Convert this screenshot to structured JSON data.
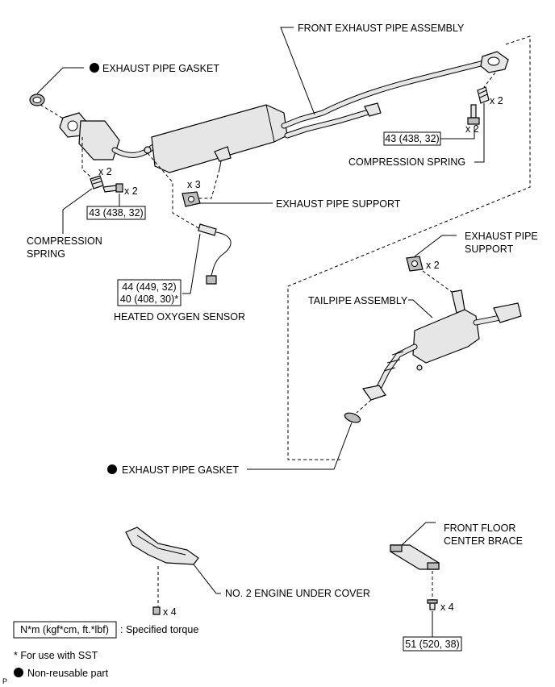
{
  "labels": {
    "front_exhaust_pipe_assembly": "FRONT EXHAUST PIPE ASSEMBLY",
    "exhaust_pipe_gasket_top": "EXHAUST PIPE GASKET",
    "compression_spring_left_1": "COMPRESSION",
    "compression_spring_left_2": "SPRING",
    "compression_spring_right": "COMPRESSION SPRING",
    "exhaust_pipe_support_mid": "EXHAUST PIPE SUPPORT",
    "exhaust_pipe_support_right_1": "EXHAUST PIPE",
    "exhaust_pipe_support_right_2": "SUPPORT",
    "tailpipe_assembly": "TAILPIPE ASSEMBLY",
    "heated_oxygen_sensor": "HEATED OXYGEN SENSOR",
    "exhaust_pipe_gasket_bottom": "EXHAUST PIPE GASKET",
    "front_floor_center_brace_1": "FRONT FLOOR",
    "front_floor_center_brace_2": "CENTER BRACE",
    "no2_engine_under_cover": "NO. 2 ENGINE UNDER COVER"
  },
  "quantities": {
    "right_spring": "x 2",
    "right_bolt": "x 2",
    "left_spring": "x 2",
    "left_bolt": "x 2",
    "support_nut": "x 3",
    "rear_support": "x 2",
    "under_cover_bolt": "x 4",
    "brace_bolt": "x 4"
  },
  "torques": {
    "front_pipe_right": "43 (438, 32)",
    "front_pipe_left": "43 (438, 32)",
    "sensor_line_1": "44 (449, 32)",
    "sensor_line_2": "40 (408, 30)*",
    "brace": "51 (520, 38)"
  },
  "legend": {
    "torque_box": "N*m (kgf*cm, ft.*lbf)",
    "torque_desc": ": Specified torque",
    "sst_note": "* For use with SST",
    "non_reusable": "Non-reusable part"
  },
  "corner_code": "P"
}
